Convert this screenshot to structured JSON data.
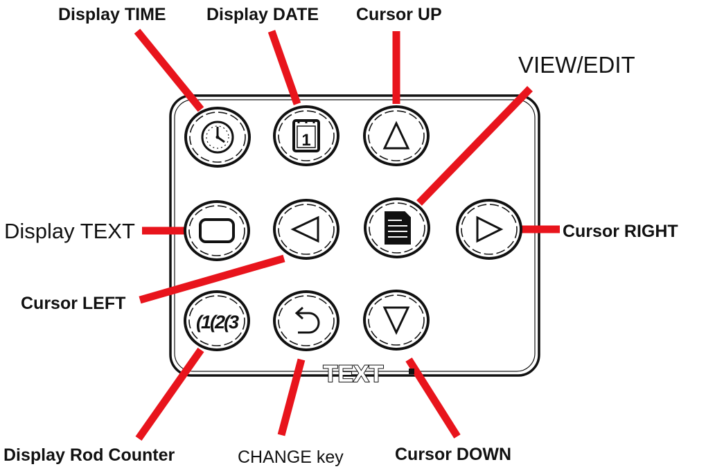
{
  "labels": {
    "display_time": "Display TIME",
    "display_date": "Display DATE",
    "cursor_up": "Cursor UP",
    "view_edit": "VIEW/EDIT",
    "display_text": "Display TEXT",
    "cursor_right": "Cursor RIGHT",
    "cursor_left": "Cursor LEFT",
    "display_rod_counter": "Display Rod Counter",
    "change_key": "CHANGE key",
    "cursor_down": "Cursor DOWN"
  },
  "panel": {
    "text_label": "TEXT"
  },
  "keys": {
    "date_icon_digit": "1",
    "counter_icon_text": "(1(2(3"
  },
  "icons": {
    "time": "clock-icon",
    "date": "calendar-icon",
    "up": "up-triangle-icon",
    "text": "rounded-rect-icon",
    "left": "left-triangle-icon",
    "view_edit": "document-icon",
    "right": "right-triangle-icon",
    "rod_counter": "counter-icon",
    "change": "return-arrow-icon",
    "down": "down-triangle-icon"
  },
  "colors": {
    "callout_line": "#e8141c",
    "outline": "#111111",
    "background": "#ffffff"
  }
}
